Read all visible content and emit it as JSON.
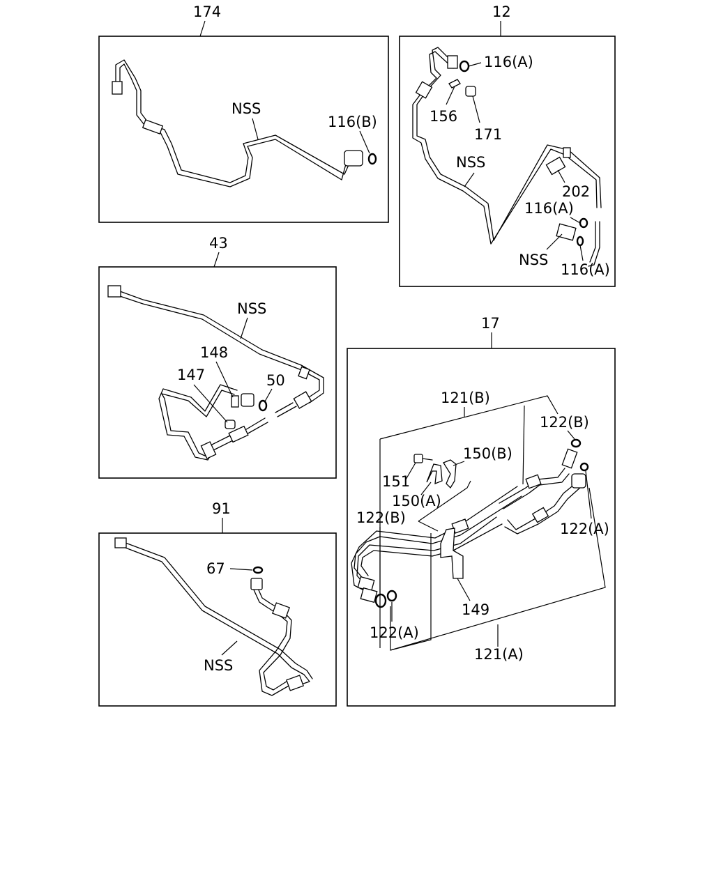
{
  "panels": {
    "p174": {
      "number": "174",
      "labels": {
        "nss": "NSS",
        "oring": "116(B)"
      }
    },
    "p12": {
      "number": "12",
      "labels": {
        "oring_top": "116(A)",
        "fitting": "156",
        "cap": "171",
        "nss_pipe": "NSS",
        "switch": "202",
        "oring_mid": "116(A)",
        "nss_block": "NSS",
        "oring_bottom": "116(A)"
      }
    },
    "p43": {
      "number": "43",
      "labels": {
        "nss": "NSS",
        "part148": "148",
        "part147": "147",
        "part50": "50"
      }
    },
    "p91": {
      "number": "91",
      "labels": {
        "part67": "67",
        "nss": "NSS"
      }
    },
    "p17": {
      "number": "17",
      "labels": {
        "pipe_b": "121(B)",
        "oring_b_top": "122(B)",
        "clamp_b": "150(B)",
        "bolt": "151",
        "clamp_a": "150(A)",
        "oring_b_left": "122(B)",
        "oring_a_right": "122(A)",
        "bracket": "149",
        "oring_a_bottom": "122(A)",
        "pipe_a": "121(A)"
      }
    }
  }
}
